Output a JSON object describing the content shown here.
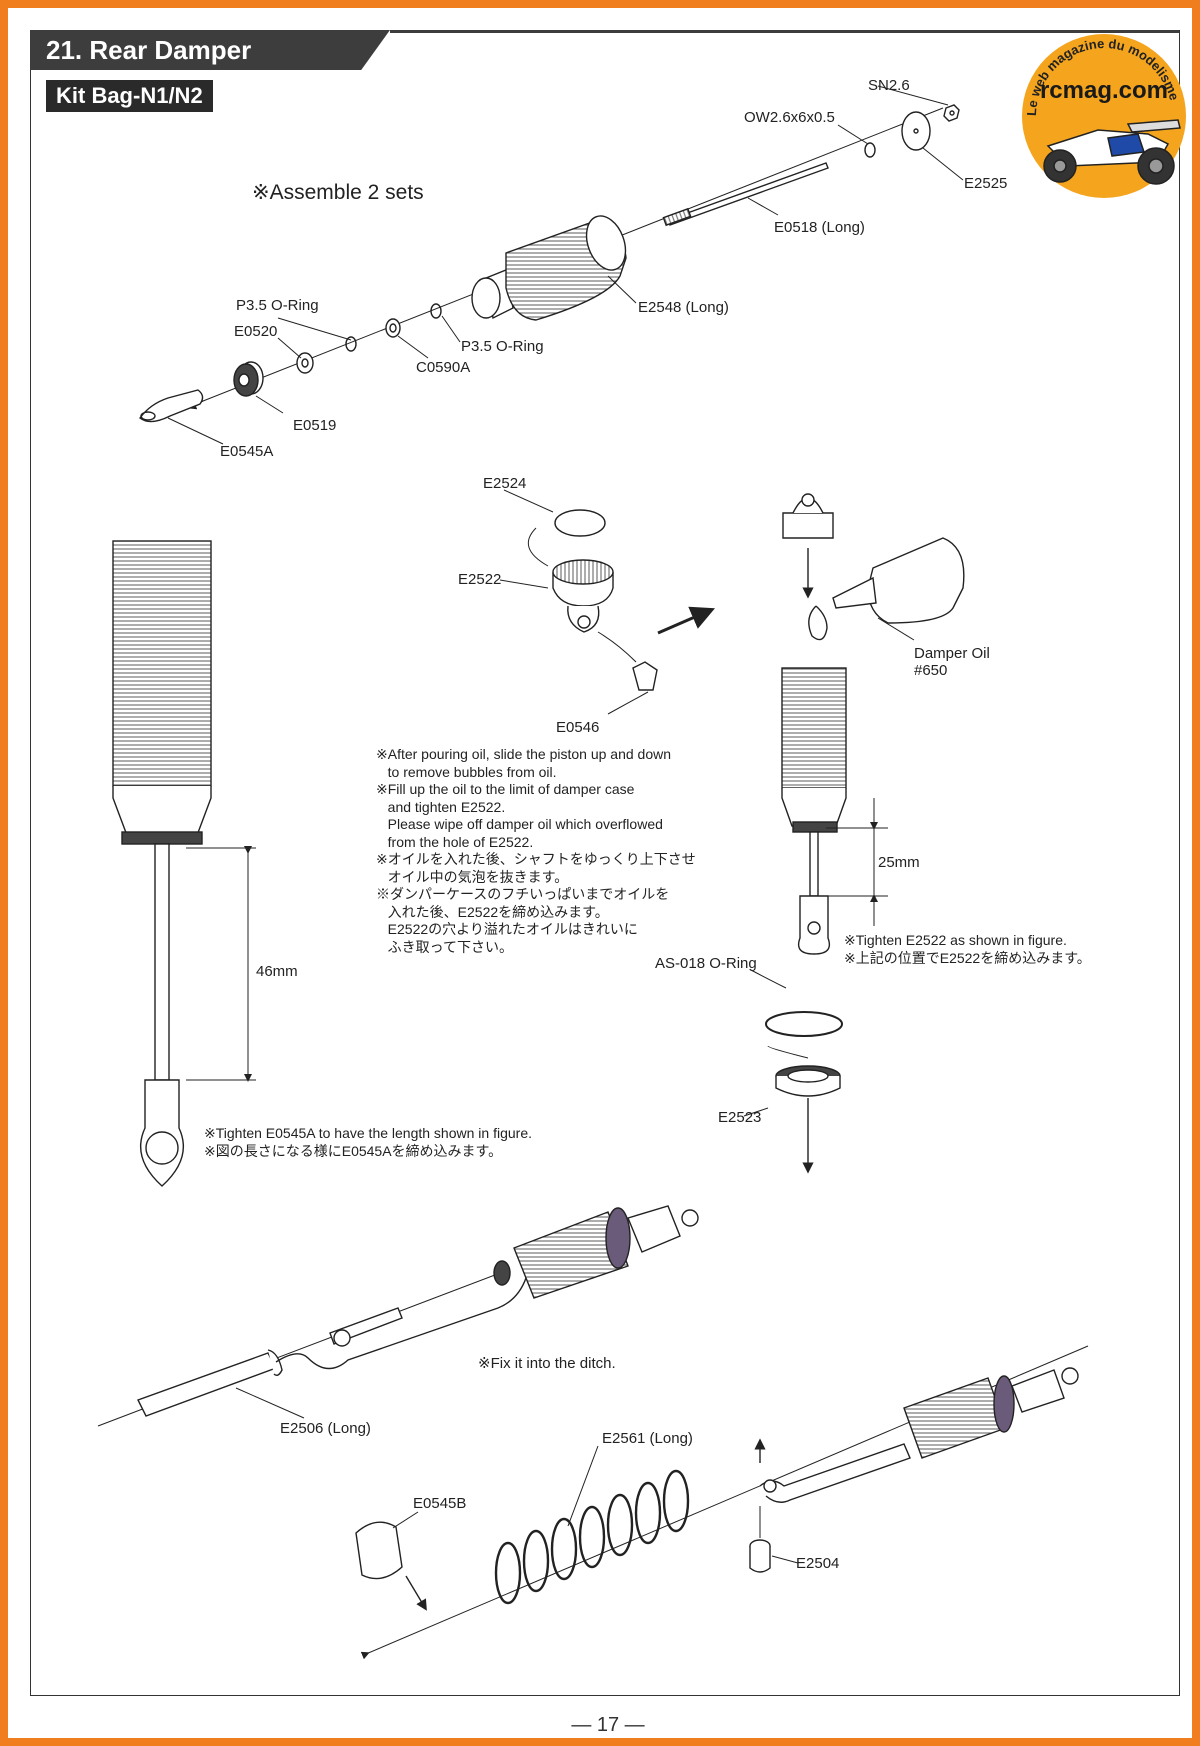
{
  "header": {
    "title": "21. Rear Damper",
    "kit_bag": "Kit Bag-N1/N2"
  },
  "assemble_note": "※Assemble 2 sets",
  "logo": {
    "brand": "rcmag.com",
    "tagline": "Le web magazine du modelisme"
  },
  "labels": {
    "sn26": "SN2.6",
    "ow26": "OW2.6x6x0.5",
    "e2525": "E2525",
    "e0518": "E0518 (Long)",
    "e2548": "E2548 (Long)",
    "p35_oring_left": "P3.5 O-Ring",
    "p35_oring_right": "P3.5 O-Ring",
    "e0520": "E0520",
    "c0590a": "C0590A",
    "e0519": "E0519",
    "e0545a": "E0545A",
    "e2524": "E2524",
    "e2522": "E2522",
    "e0546": "E0546",
    "damper_oil_line1": "Damper Oil",
    "damper_oil_line2": "#650",
    "dim_25": "25mm",
    "dim_46": "46mm",
    "as018": "AS-018 O-Ring",
    "e2523": "E2523",
    "e2506": "E2506 (Long)",
    "e2561": "E2561 (Long)",
    "e0545b": "E0545B",
    "e2504": "E2504"
  },
  "notes": {
    "oil": "※After pouring oil, slide the piston up and down\n   to remove bubbles from oil.\n※Fill up the oil to the limit of damper case\n   and tighten E2522.\n   Please wipe off damper oil which overflowed\n   from the hole of E2522.\n※オイルを入れた後、シャフトをゆっくり上下させ\n   オイル中の気泡を抜きます。\n※ダンパーケースのフチいっぱいまでオイルを\n   入れた後、E2522を締め込みます。\n   E2522の穴より溢れたオイルはきれいに\n   ふき取って下さい。",
    "tighten_e2522": "※Tighten E2522 as shown in figure.\n※上記の位置でE2522を締め込みます。",
    "tighten_e0545a": "※Tighten E0545A to have the length shown in figure.\n※図の長さになる様にE0545Aを締め込みます。",
    "ditch": "※Fix it into the ditch."
  },
  "page_number": "— 17 —",
  "colors": {
    "border": "#f07e1f",
    "title_bar": "#3d3d3d",
    "logo_orange": "#f4a41d"
  }
}
